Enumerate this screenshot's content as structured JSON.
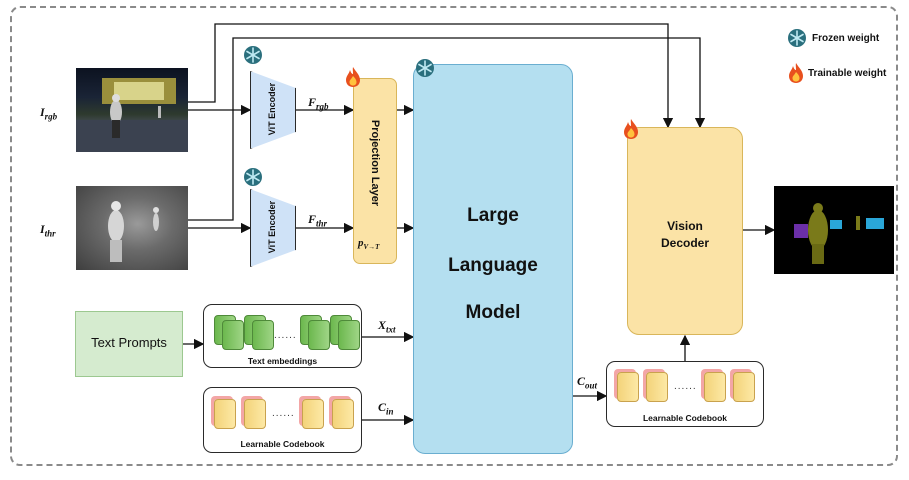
{
  "legend": {
    "frozen_label": "Frozen weight",
    "trainable_label": "Trainable weight",
    "frozen_icon": "snowflake-icon",
    "trainable_icon": "flame-icon"
  },
  "inputs": {
    "rgb_label": "I",
    "rgb_sub": "rgb",
    "thr_label": "I",
    "thr_sub": "thr"
  },
  "encoders": {
    "rgb_label": "ViT Encoder",
    "thr_label": "ViT Encoder"
  },
  "features": {
    "rgb": "F",
    "rgb_sub": "rgb",
    "thr": "F",
    "thr_sub": "thr"
  },
  "projection": {
    "label": "Projection Layer",
    "symbol": "p",
    "symbol_sub": "V→T"
  },
  "llm": {
    "line1": "Large",
    "line2": "Language",
    "line3": "Model"
  },
  "text_prompts": {
    "label": "Text Prompts"
  },
  "text_embeddings": {
    "caption": "Text embeddings",
    "dots": "......"
  },
  "codebook_in": {
    "caption": "Learnable Codebook",
    "dots": "......"
  },
  "codebook_out": {
    "caption": "Learnable Codebook",
    "dots": "......"
  },
  "signals": {
    "x_txt": "X",
    "x_txt_sub": "txt",
    "c_in": "C",
    "c_in_sub": "in",
    "c_out": "C",
    "c_out_sub": "out"
  },
  "decoder": {
    "line1": "Vision",
    "line2": "Decoder"
  },
  "colors": {
    "frozen": "#cfe2f7",
    "trainable": "#fbe3a6",
    "llm": "#b4dff0",
    "text_prompt": "#d5ebcf"
  }
}
